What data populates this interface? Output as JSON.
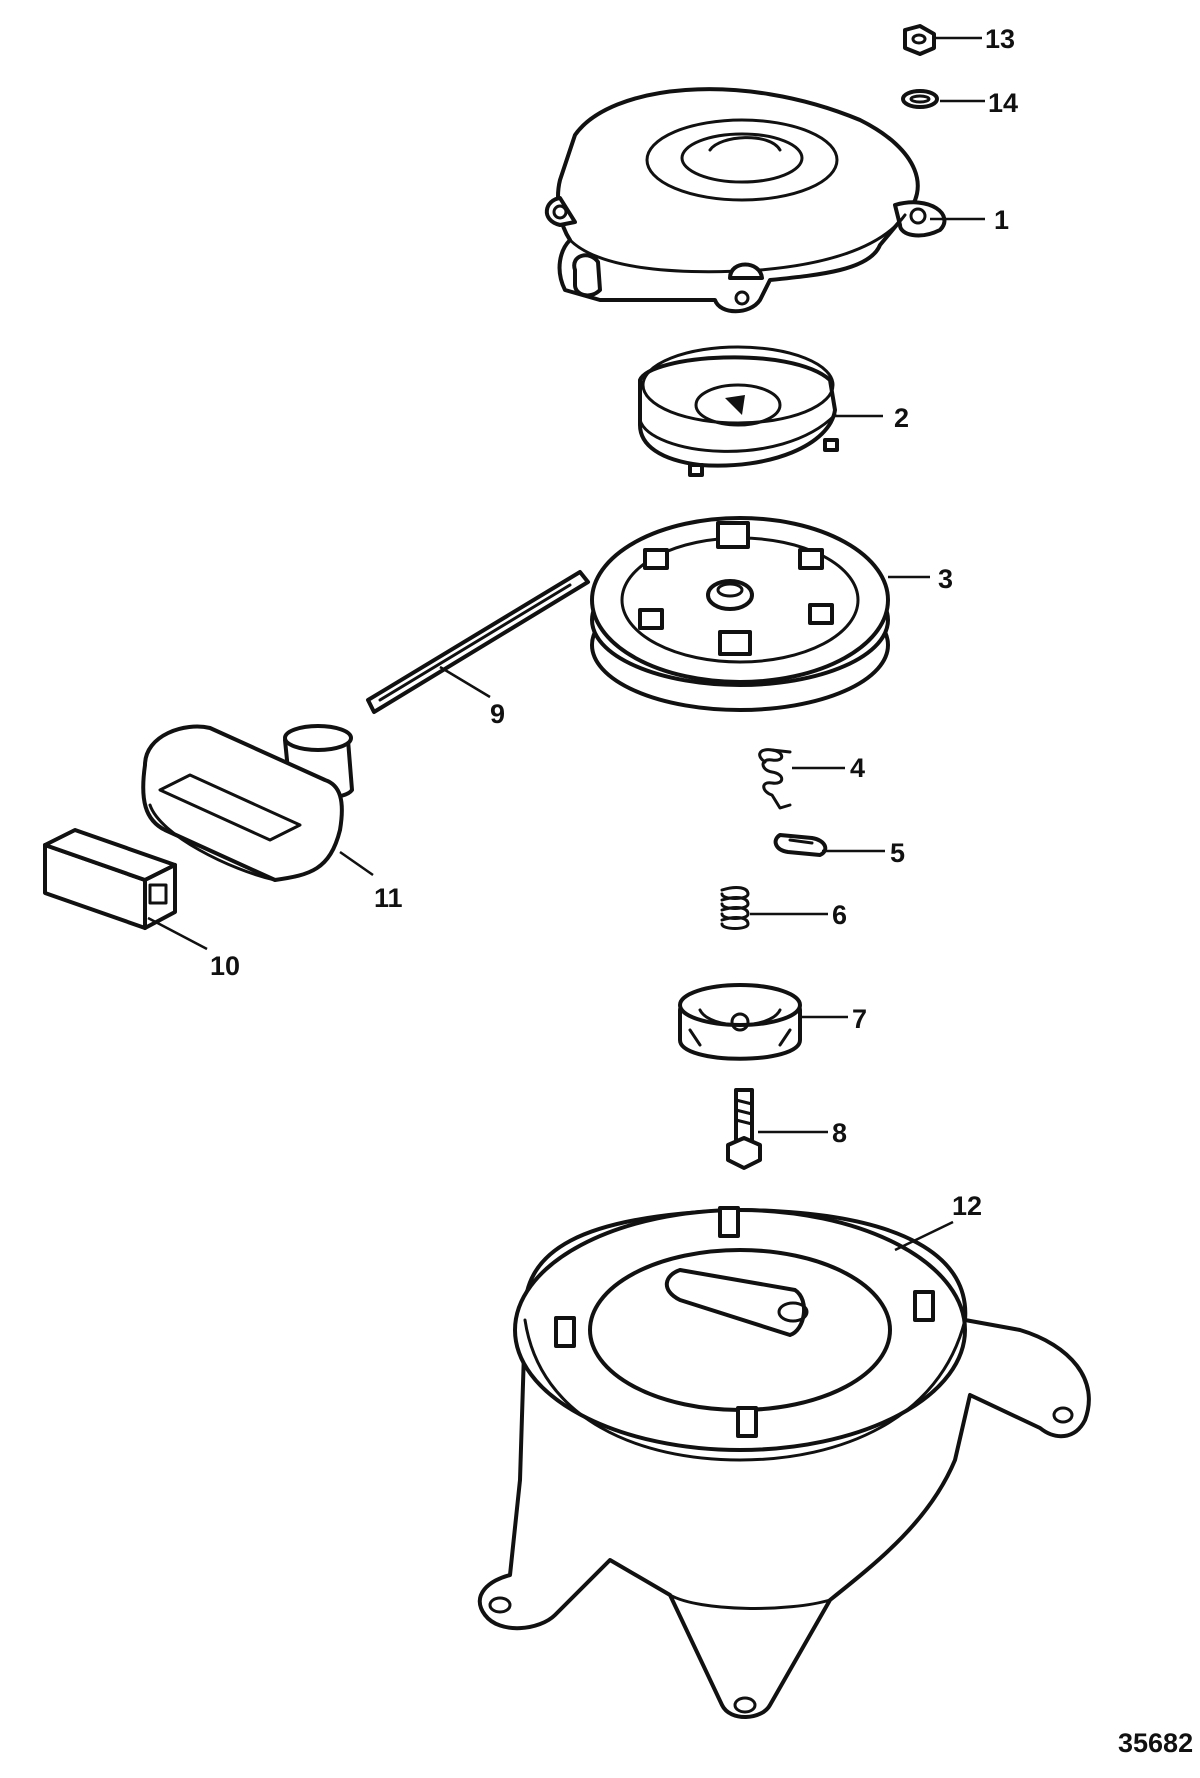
{
  "figure_number": "35682",
  "callouts": {
    "c1": "1",
    "c2": "2",
    "c3": "3",
    "c4": "4",
    "c5": "5",
    "c6": "6",
    "c7": "7",
    "c8": "8",
    "c9": "9",
    "c10": "10",
    "c11": "11",
    "c12": "12",
    "c13": "13",
    "c14": "14"
  }
}
